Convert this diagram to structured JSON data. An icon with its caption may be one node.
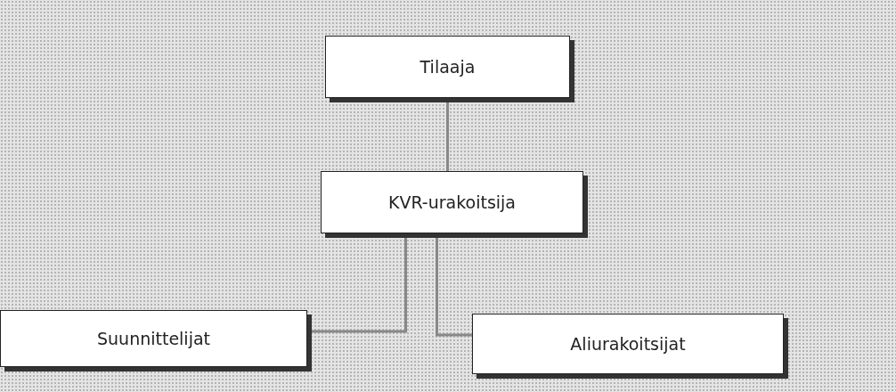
{
  "diagram": {
    "nodes": [
      {
        "text": [
          "Tilaaja"
        ]
      },
      {
        "text": [
          "KVR-urakoitsija"
        ]
      },
      {
        "text": [
          "Suunnittelijat"
        ]
      },
      {
        "text": [
          "Aliurakoitsijat"
        ]
      }
    ],
    "edges": [
      {
        "from": 0,
        "to": 1,
        "arrow": "none"
      },
      {
        "from": 1,
        "to": 2,
        "arrow": "none"
      },
      {
        "from": 1,
        "to": 3,
        "arrow": "none"
      }
    ]
  }
}
